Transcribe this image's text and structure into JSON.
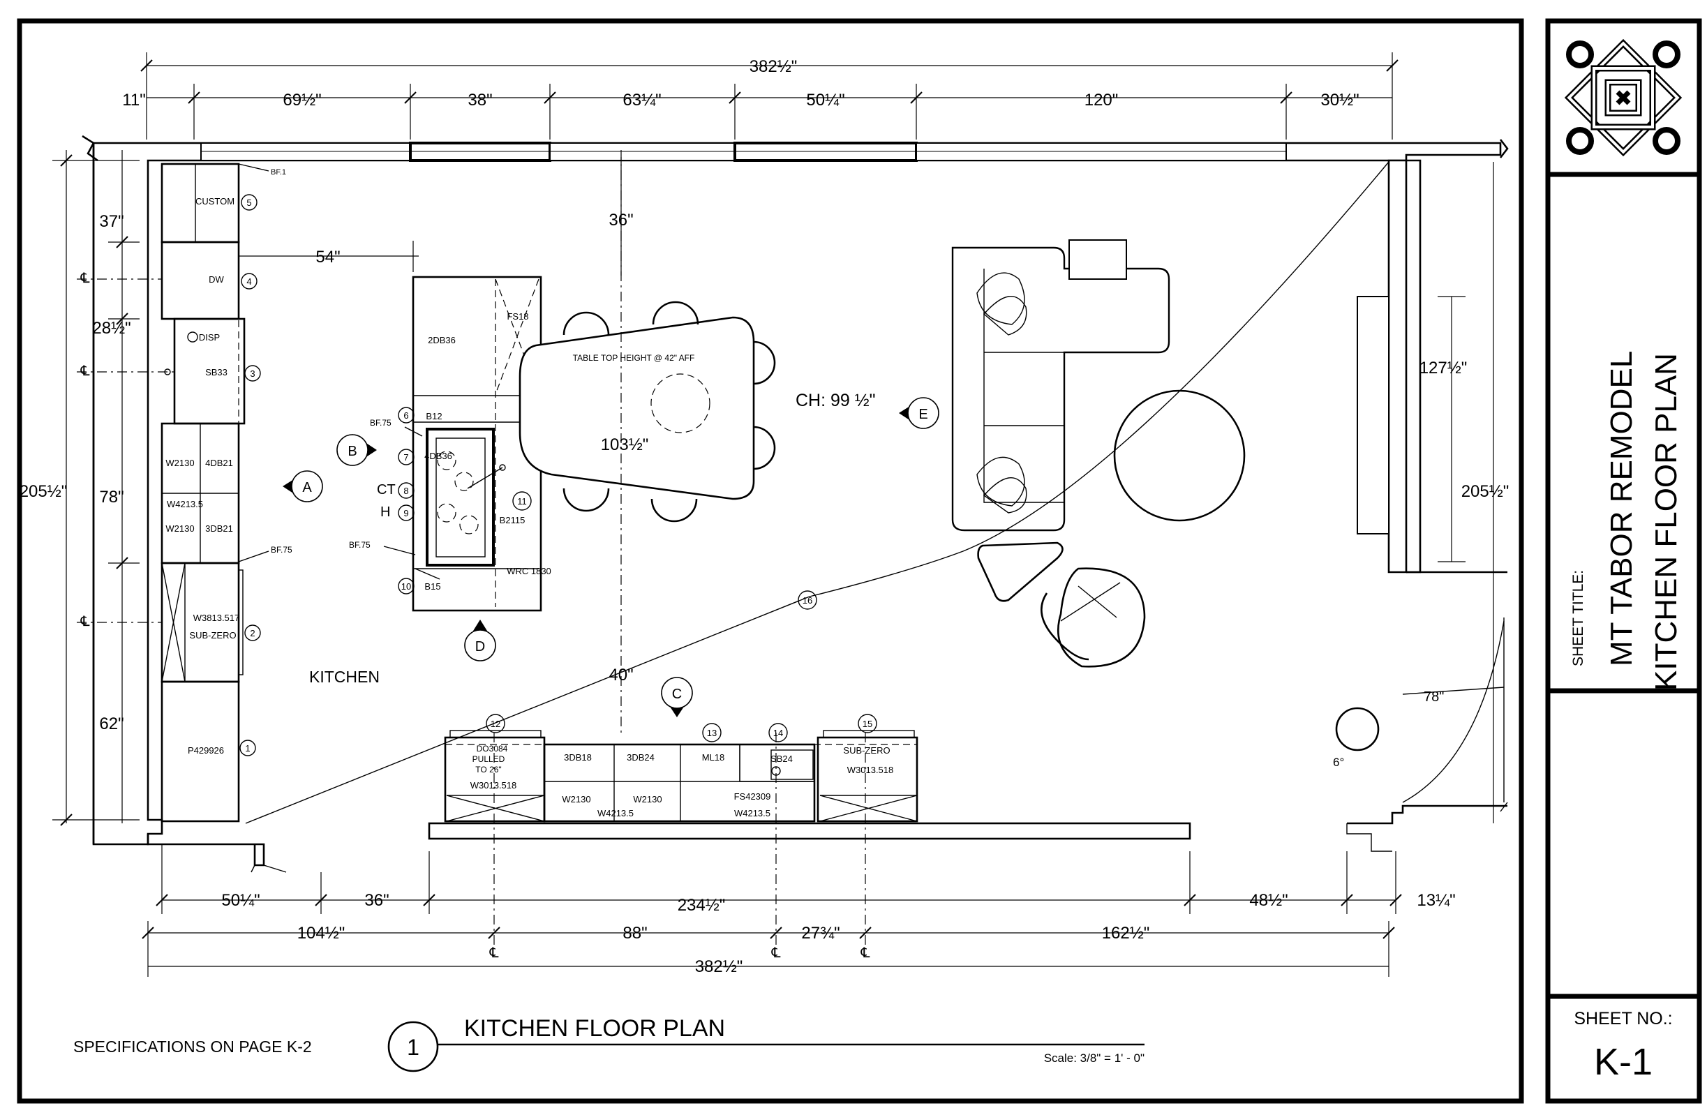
{
  "title_block": {
    "sheet_title_label": "SHEET TITLE:",
    "project_name": "MT TABOR REMODEL",
    "sheet_title": "KITCHEN FLOOR PLAN",
    "sheet_no_label": "SHEET NO.:",
    "sheet_no": "K-1"
  },
  "drawing": {
    "number": "1",
    "title": "KITCHEN FLOOR PLAN",
    "scale": "Scale: 3/8\" = 1' - 0\"",
    "specs_note": "SPECIFICATIONS ON PAGE K-2",
    "room_label": "KITCHEN",
    "ceiling_height": "CH: 99 ½\"",
    "table_note": "TABLE TOP HEIGHT @ 42\" AFF",
    "door_angle": "6°",
    "door_size": "78\"",
    "ct_label": "CT",
    "h_label": "H"
  },
  "dimensions": {
    "top_overall": "382½\"",
    "top_row": [
      "11\"",
      "69½\"",
      "38\"",
      "63¼\"",
      "50¼\"",
      "120\"",
      "30½\""
    ],
    "left_outer": "205½\"",
    "left_inner": [
      "37\"",
      "28½\"",
      "78\"",
      "62\""
    ],
    "right_inner": "127½\"",
    "right_outer": "205½\"",
    "island_offset": "54\"",
    "top_clearance": "36\"",
    "island_clearance": "40\"",
    "table_length": "103½\"",
    "bottom_row1": [
      "50¼\"",
      "36\"",
      "234½\"",
      "48½\"",
      "13¼\""
    ],
    "bottom_row2": [
      "104½\"",
      "88\"",
      "27¾\"",
      "162½\""
    ],
    "bottom_overall": "382½\"",
    "centerline": "℄"
  },
  "cabinets": {
    "left_wall": [
      "CUSTOM",
      "DW",
      "DISP",
      "SB33",
      "W2130",
      "4DB21",
      "W4213.5",
      "W2130",
      "3DB21",
      "W3813.517",
      "SUB-ZERO",
      "P429926",
      "BF.1",
      "BF.75"
    ],
    "island": [
      "2DB36",
      "FS18",
      "B12",
      "4DB36",
      "B2115",
      "WRC 1830",
      "B15",
      "BF.75",
      "BF.75"
    ],
    "bottom_wall": [
      "DO3084",
      "PULLED",
      "TO 26\"",
      "W3013.518",
      "3DB18",
      "3DB24",
      "ML18",
      "SB24",
      "SUB-ZERO",
      "W3013.518",
      "W2130",
      "W2130",
      "W4213.5",
      "FS42309",
      "W4213.5"
    ]
  },
  "tags": [
    "1",
    "2",
    "3",
    "4",
    "5",
    "6",
    "7",
    "8",
    "9",
    "10",
    "11",
    "12",
    "13",
    "14",
    "15",
    "16"
  ],
  "elevation_markers": [
    "A",
    "B",
    "C",
    "D",
    "E"
  ]
}
